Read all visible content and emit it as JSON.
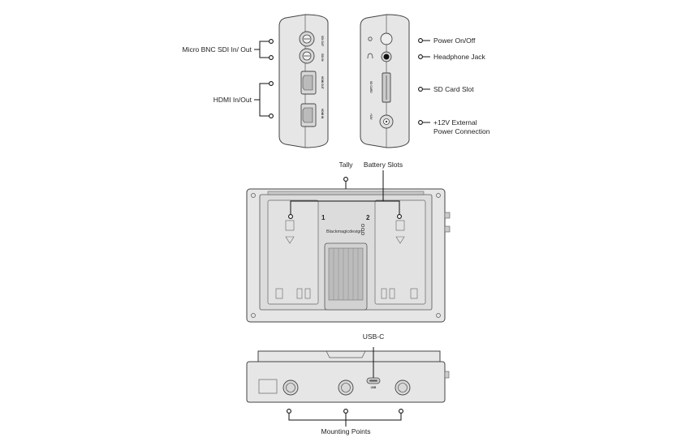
{
  "side_left": {
    "label_micro_bnc": "Micro BNC SDI In/ Out",
    "label_hdmi": "HDMI In/Out",
    "port_sdi_out": "SDI OUT",
    "port_sdi_in": "SDI IN",
    "port_hdmi_out": "HDMI OUT",
    "port_hdmi_in": "HDMI IN"
  },
  "side_right": {
    "label_power": "Power On/Off",
    "label_headphone": "Headphone Jack",
    "label_sd": "SD Card Slot",
    "label_12v_line1": "+12V External",
    "label_12v_line2": "Power Connection",
    "port_sd": "SD CARD",
    "port_12v": "+12V"
  },
  "rear": {
    "label_tally": "Tally",
    "label_battery": "Battery Slots",
    "slot_1": "1",
    "slot_2": "2",
    "brand": "Blackmagicdesign"
  },
  "bottom": {
    "label_usbc": "USB-C",
    "port_usb": "USB",
    "label_mounting": "Mounting Points"
  }
}
